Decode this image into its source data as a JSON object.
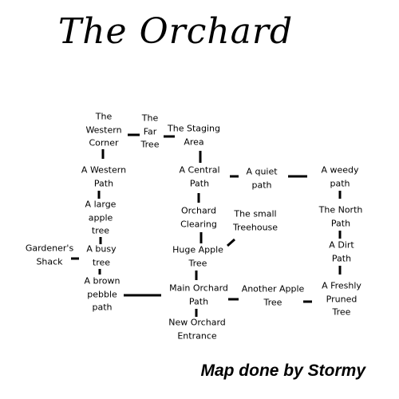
{
  "title": "The Orchard",
  "credit": "Map done by Stormy",
  "colors": {
    "background": "#ffffff",
    "ink": "#000000"
  },
  "rooms": [
    {
      "id": "western-corner",
      "lines": [
        "The",
        "Western",
        "Corner"
      ]
    },
    {
      "id": "far-tree",
      "lines": [
        "The",
        "Far",
        "Tree"
      ]
    },
    {
      "id": "staging-area",
      "lines": [
        "The Staging",
        "Area"
      ]
    },
    {
      "id": "western-path",
      "lines": [
        "A Western",
        "Path"
      ]
    },
    {
      "id": "central-path",
      "lines": [
        "A Central",
        "Path"
      ]
    },
    {
      "id": "quiet-path",
      "lines": [
        "A quiet",
        "path"
      ]
    },
    {
      "id": "weedy-path",
      "lines": [
        "A weedy",
        "path"
      ]
    },
    {
      "id": "large-apple-tree",
      "lines": [
        "A large",
        "apple",
        "tree"
      ]
    },
    {
      "id": "orchard-clearing",
      "lines": [
        "Orchard",
        "Clearing"
      ]
    },
    {
      "id": "small-treehouse",
      "lines": [
        "The small",
        "Treehouse"
      ]
    },
    {
      "id": "north-path",
      "lines": [
        "The North",
        "Path"
      ]
    },
    {
      "id": "gardeners-shack",
      "lines": [
        "Gardener's",
        "Shack"
      ]
    },
    {
      "id": "busy-tree",
      "lines": [
        "A busy",
        "tree"
      ]
    },
    {
      "id": "huge-apple-tree",
      "lines": [
        "Huge Apple",
        "Tree"
      ]
    },
    {
      "id": "dirt-path",
      "lines": [
        "A Dirt",
        "Path"
      ]
    },
    {
      "id": "brown-pebble-path",
      "lines": [
        "A brown",
        "pebble",
        "path"
      ]
    },
    {
      "id": "main-orchard-path",
      "lines": [
        "Main Orchard",
        "Path"
      ]
    },
    {
      "id": "another-apple-tree",
      "lines": [
        "Another Apple",
        "Tree"
      ]
    },
    {
      "id": "freshly-pruned-tree",
      "lines": [
        "A Freshly",
        "Pruned",
        "Tree"
      ]
    },
    {
      "id": "new-orchard-entrance",
      "lines": [
        "New Orchard",
        "Entrance"
      ]
    }
  ],
  "links": [
    [
      "western-corner",
      "far-tree"
    ],
    [
      "far-tree",
      "staging-area"
    ],
    [
      "western-corner",
      "western-path"
    ],
    [
      "staging-area",
      "central-path"
    ],
    [
      "central-path",
      "quiet-path"
    ],
    [
      "quiet-path",
      "weedy-path"
    ],
    [
      "western-path",
      "large-apple-tree"
    ],
    [
      "central-path",
      "orchard-clearing"
    ],
    [
      "weedy-path",
      "north-path"
    ],
    [
      "large-apple-tree",
      "busy-tree"
    ],
    [
      "orchard-clearing",
      "huge-apple-tree"
    ],
    [
      "small-treehouse",
      "huge-apple-tree"
    ],
    [
      "north-path",
      "dirt-path"
    ],
    [
      "gardeners-shack",
      "busy-tree"
    ],
    [
      "busy-tree",
      "brown-pebble-path"
    ],
    [
      "huge-apple-tree",
      "main-orchard-path"
    ],
    [
      "dirt-path",
      "freshly-pruned-tree"
    ],
    [
      "brown-pebble-path",
      "main-orchard-path"
    ],
    [
      "main-orchard-path",
      "another-apple-tree"
    ],
    [
      "another-apple-tree",
      "freshly-pruned-tree"
    ],
    [
      "main-orchard-path",
      "new-orchard-entrance"
    ]
  ]
}
